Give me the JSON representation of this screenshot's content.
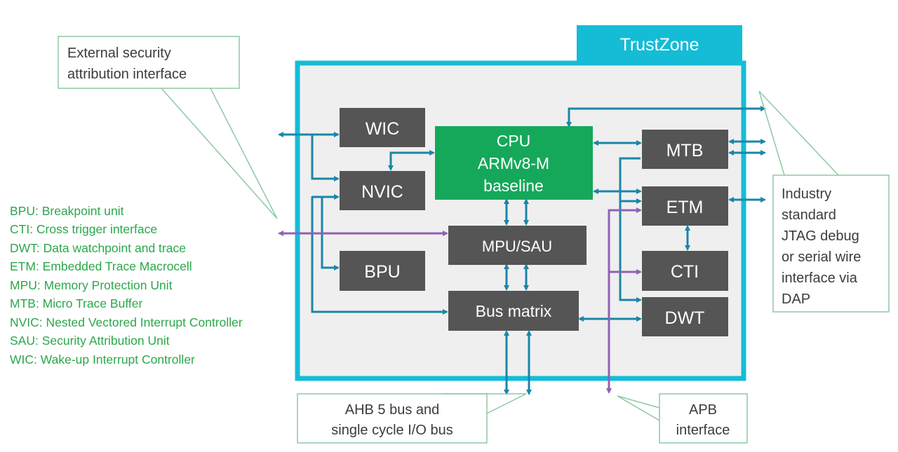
{
  "colors": {
    "trustzone": "#14bcd6",
    "panel": "#efefef",
    "block": "#555555",
    "cpu": "#16a85a",
    "arrow": "#1a86a8",
    "purple": "#8e62b5",
    "legend_text": "#2aa84a",
    "callout_border": "#8fc8a4"
  },
  "trustzone_label": "TrustZone",
  "blocks": {
    "wic": "WIC",
    "nvic": "NVIC",
    "bpu": "BPU",
    "mpu_sau": "MPU/SAU",
    "bus_matrix": "Bus matrix",
    "mtb": "MTB",
    "etm": "ETM",
    "cti": "CTI",
    "dwt": "DWT",
    "cpu_line1": "CPU",
    "cpu_line2": "ARMv8-M",
    "cpu_line3": "baseline"
  },
  "callouts": {
    "ext_sec_line1": "External security",
    "ext_sec_line2": "attribution interface",
    "jtag": [
      "Industry",
      "standard",
      "JTAG debug",
      "or serial wire",
      "interface via",
      "DAP"
    ],
    "ahb_line1": "AHB 5 bus and",
    "ahb_line2": "single cycle I/O bus",
    "apb_line1": "APB",
    "apb_line2": "interface"
  },
  "legend": [
    "BPU: Breakpoint unit",
    "CTI: Cross trigger interface",
    "DWT: Data watchpoint and trace",
    "ETM: Embedded Trace Macrocell",
    "MPU: Memory Protection Unit",
    "MTB: Micro Trace Buffer",
    "NVIC: Nested Vectored Interrupt Controller",
    "SAU: Security Attribution Unit",
    "WIC: Wake-up Interrupt Controller"
  ]
}
